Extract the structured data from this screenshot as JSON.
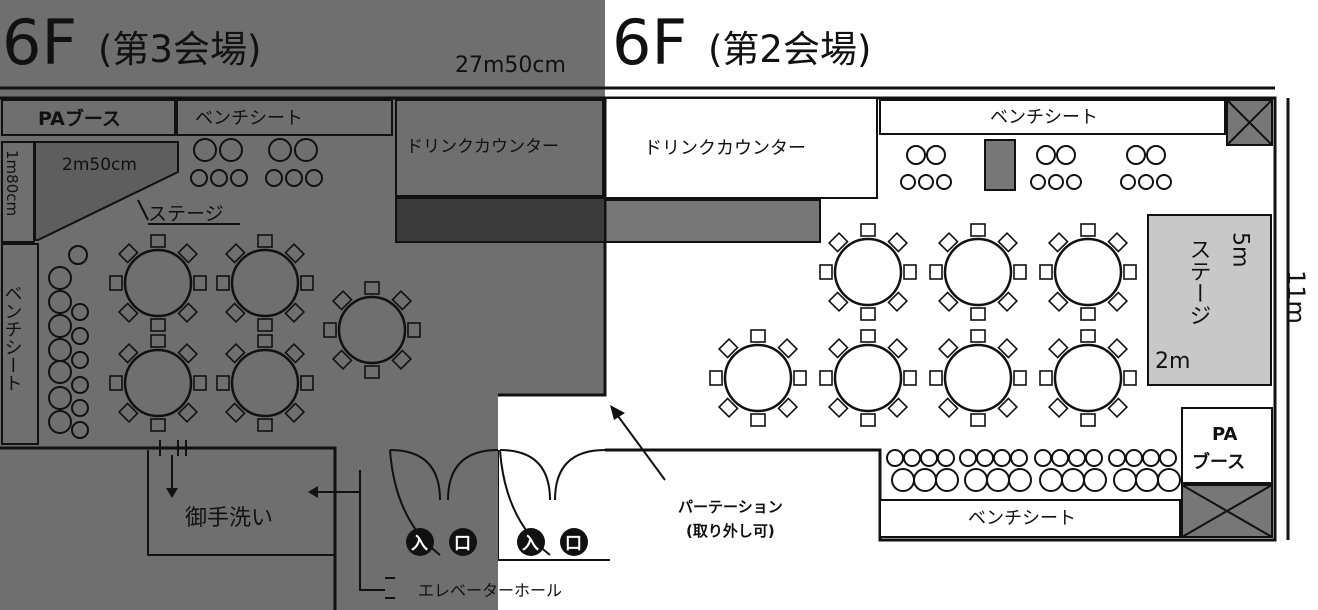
{
  "titles": {
    "left": {
      "floor": "6F",
      "hall": "(第3会場)"
    },
    "right": {
      "floor": "6F",
      "hall": "(第2会場)"
    }
  },
  "dimensions": {
    "width_label": "27m50cm",
    "height_label": "11m",
    "left_stage_w": "2m50cm",
    "left_stage_h": "1m80cm",
    "right_stage_h": "5m",
    "right_stage_w": "2m"
  },
  "left_hall": {
    "pa_booth": "PAブース",
    "bench_top": "ベンチシート",
    "bench_side": "ベンチシート",
    "stage": "ステージ",
    "drink_counter": "ドリンクカウンター",
    "restroom": "御手洗い"
  },
  "right_hall": {
    "drink_counter": "ドリンクカウンター",
    "bench_top": "ベンチシート",
    "stage": "ステージ",
    "pa_booth_1": "PA",
    "pa_booth_2": "ブース",
    "bench_bottom": "ベンチシート"
  },
  "entrances": {
    "enter": "入",
    "exit": "口"
  },
  "partition": {
    "line1": "パーテーション",
    "line2": "(取り外し可)"
  },
  "elevator_hall": "エレベーターホール",
  "colors": {
    "left_shade": "#6f6f6f",
    "line": "#111111",
    "stage_fill": "#c8c8c8",
    "bar_dark": "#3a3a3a"
  }
}
